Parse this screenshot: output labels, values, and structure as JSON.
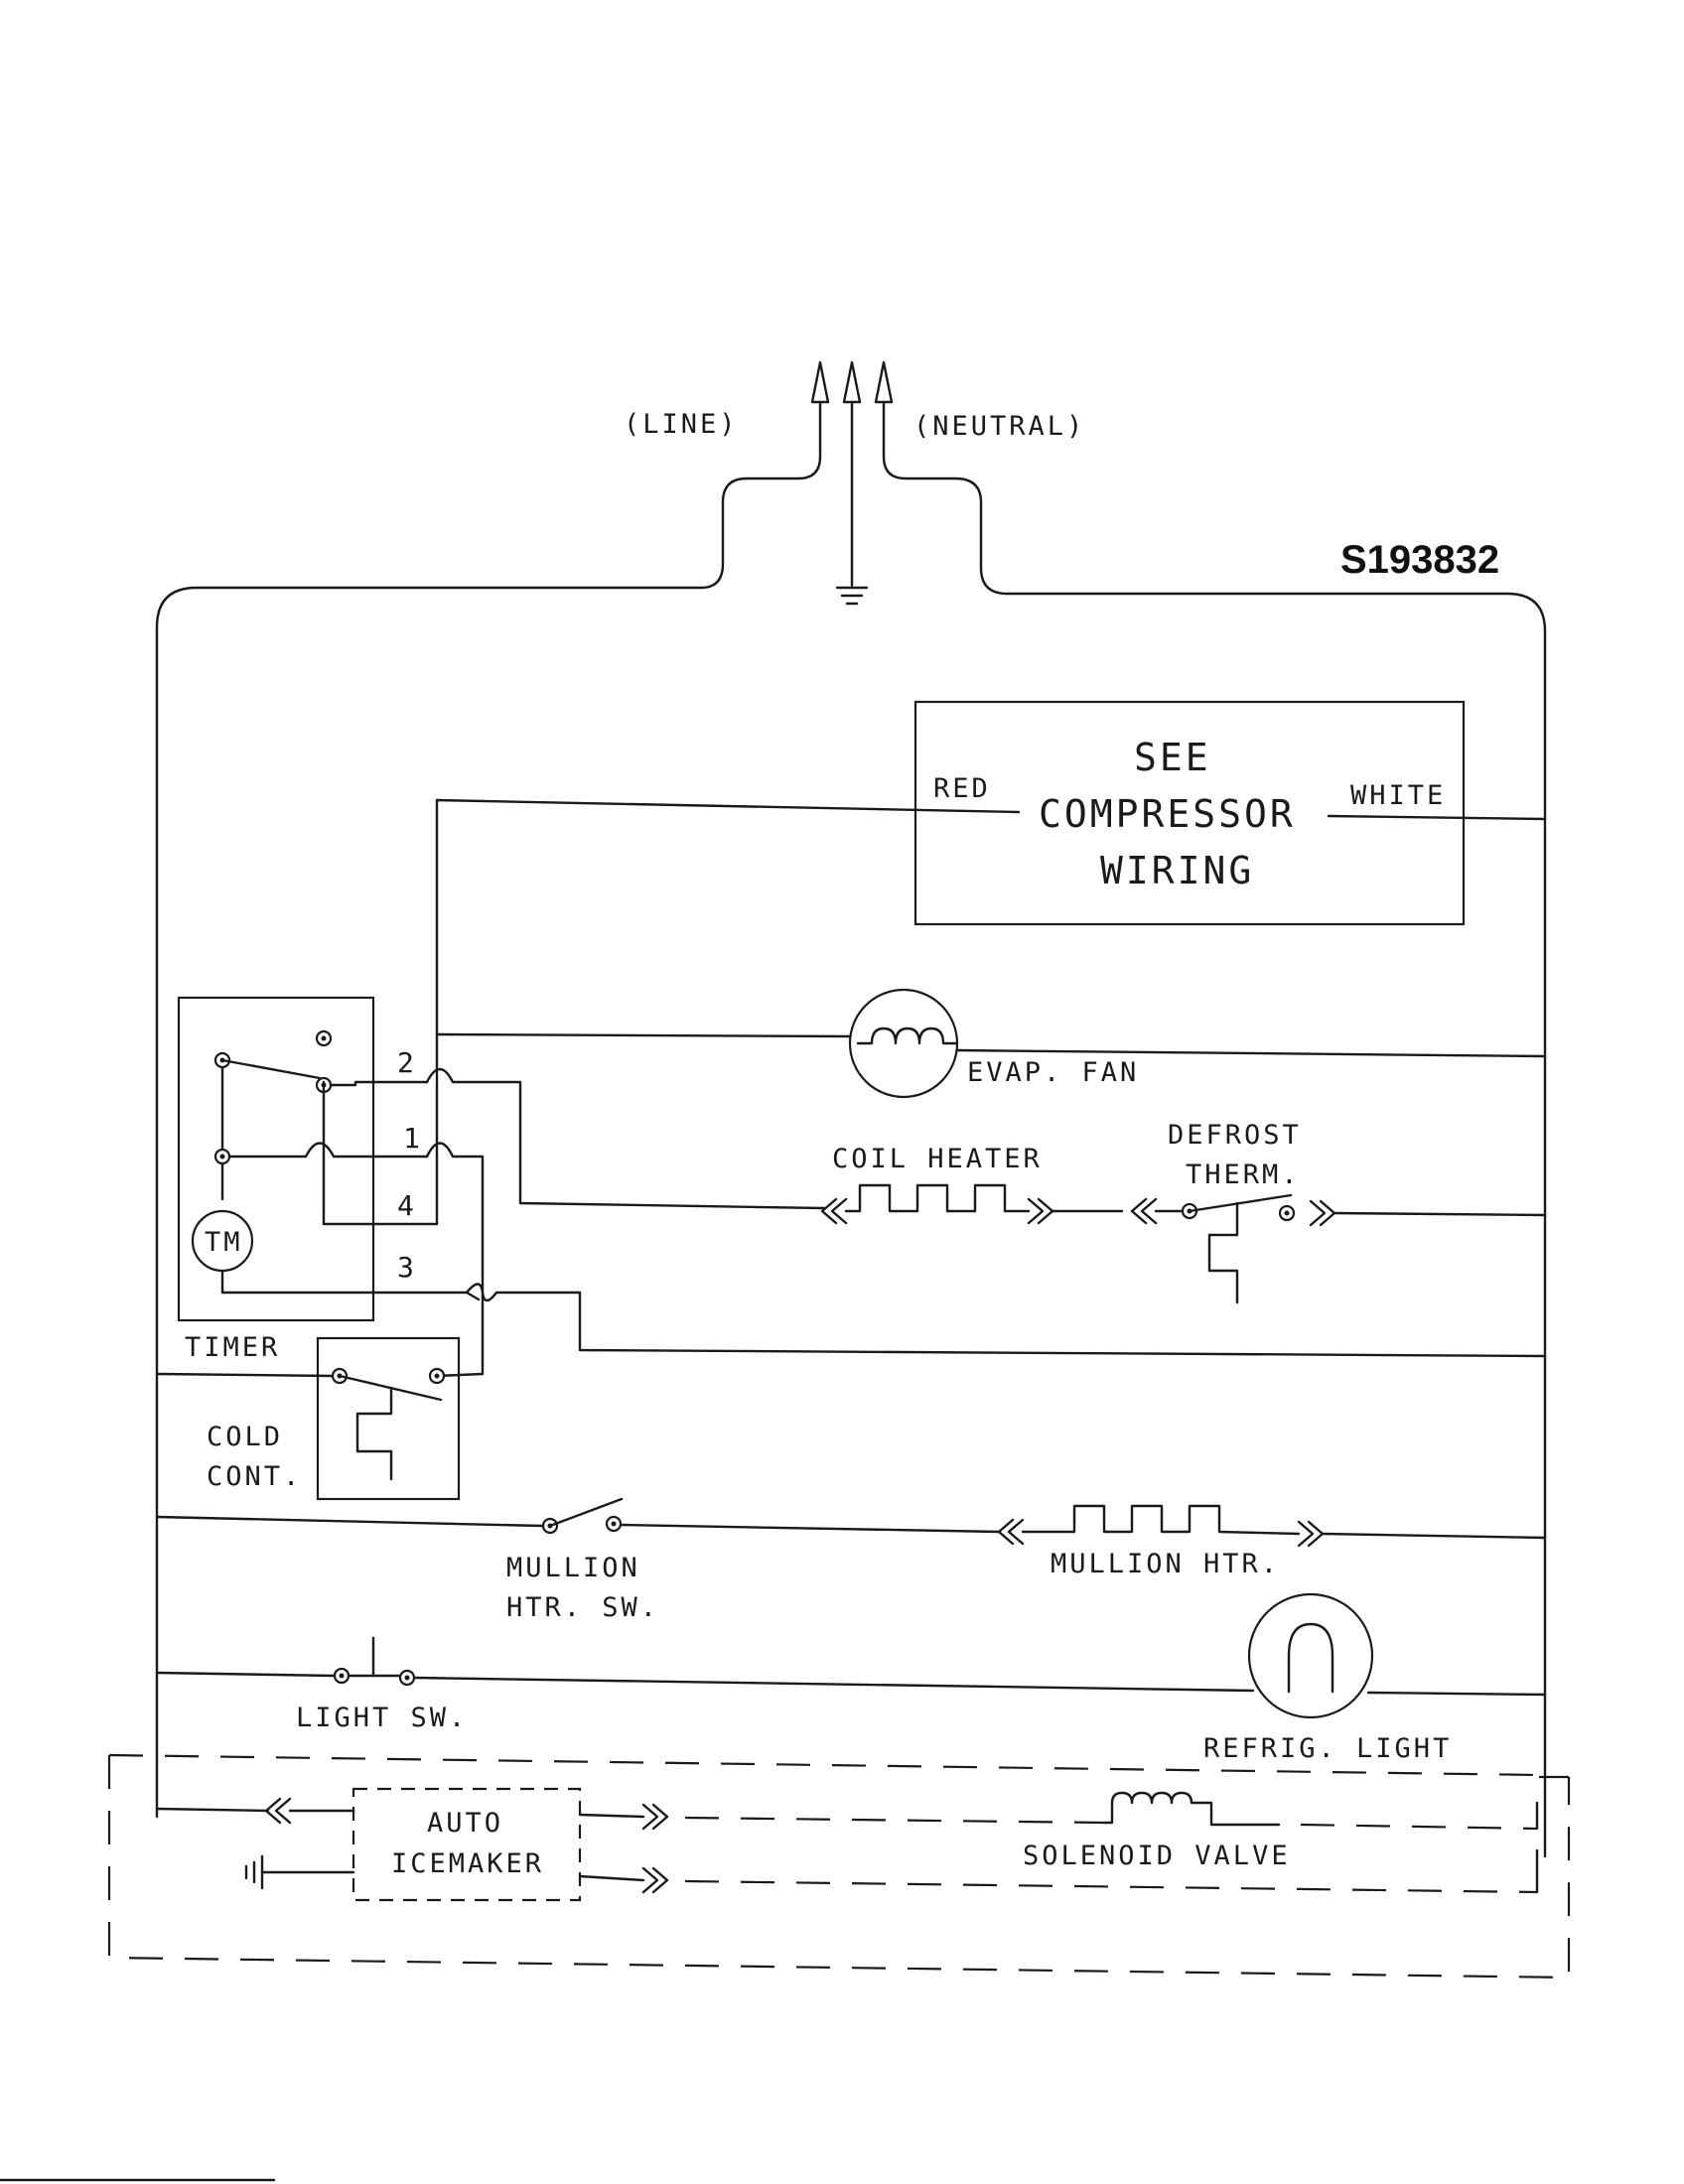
{
  "diagram": {
    "part_number": "S193832",
    "power": {
      "line": "(LINE)",
      "neutral": "(NEUTRAL)"
    },
    "compressor": {
      "line1": "SEE",
      "line2": "COMPRESSOR",
      "line3": "WIRING",
      "red": "RED",
      "white": "WHITE"
    },
    "timer": {
      "label": "TIMER",
      "motor": "TM",
      "terminals": [
        "2",
        "1",
        "4",
        "3"
      ]
    },
    "components": {
      "evap_fan": "EVAP. FAN",
      "coil_heater": "COIL HEATER",
      "defrost_therm_1": "DEFROST",
      "defrost_therm_2": "THERM.",
      "cold_cont_1": "COLD",
      "cold_cont_2": "CONT.",
      "mullion_sw_1": "MULLION",
      "mullion_sw_2": "HTR. SW.",
      "mullion_htr": "MULLION HTR.",
      "light_sw": "LIGHT SW.",
      "refrig_light": "REFRIG. LIGHT",
      "icemaker_1": "AUTO",
      "icemaker_2": "ICEMAKER",
      "solenoid_valve": "SOLENOID VALVE"
    }
  }
}
